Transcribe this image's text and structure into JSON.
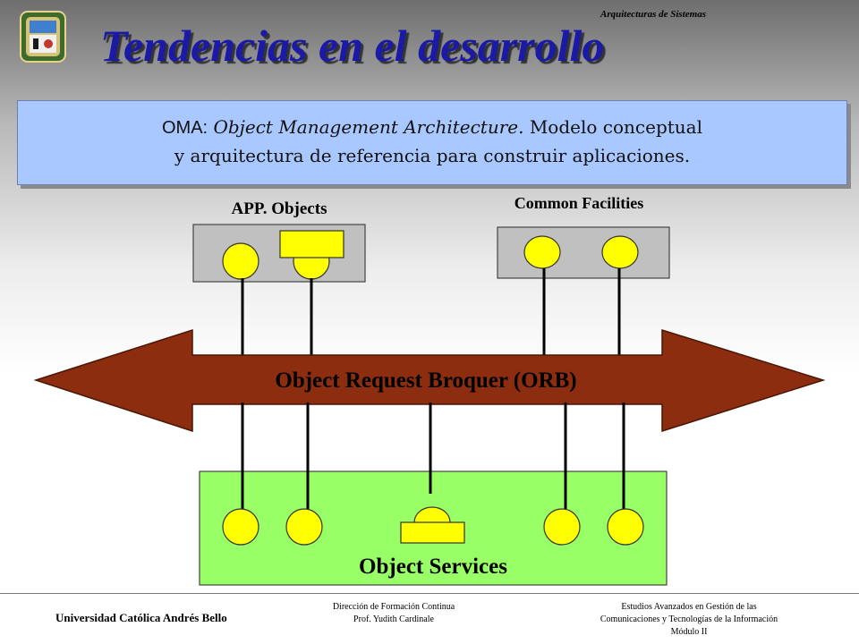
{
  "header": {
    "course": "Arquitecturas de Sistemas",
    "title": "Tendencias en el desarrollo"
  },
  "definition": {
    "acronym": "OMA:",
    "expansion": "Object Management Architecture.",
    "line1_rest": "Modelo conceptual",
    "line2": "y arquitectura de referencia para construir aplicaciones."
  },
  "diagram": {
    "app_objects_label": "APP. Objects",
    "common_facilities_label": "Common Facilities",
    "orb_label": "Object Request Broquer (ORB)",
    "object_services_label": "Object Services"
  },
  "footer": {
    "university": "Universidad Católica Andrés Bello",
    "mid_line1": "Dirección de Formación Continua",
    "mid_line2": "Prof. Yudith Cardinale",
    "right_line1": "Estudios Avanzados en Gestión de las",
    "right_line2": "Comunicaciones y Tecnologías de la Información",
    "right_line3": "Módulo II"
  },
  "colors": {
    "title": "#1a1aa6",
    "definition_box": "#a9c8ff",
    "orb_arrow": "#8b2d0e",
    "object_services_box": "#99ff66",
    "object_node": "#ffff00",
    "component_box": "#c0c0c0"
  }
}
